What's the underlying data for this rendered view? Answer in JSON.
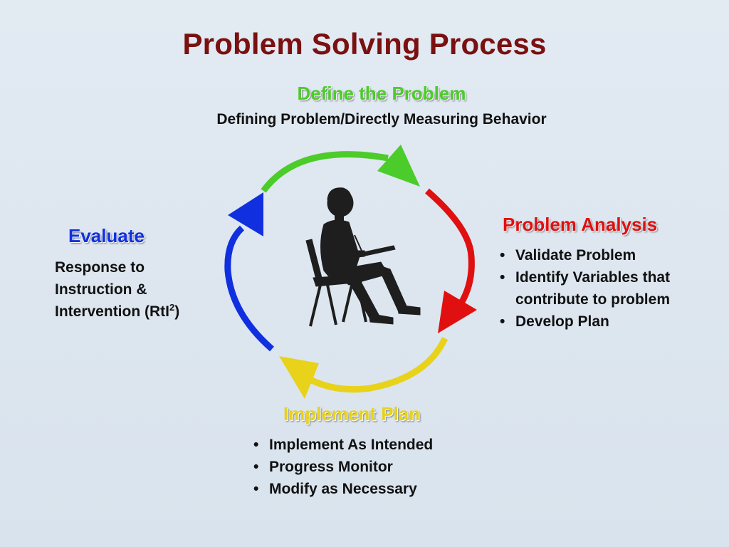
{
  "title": "Problem Solving Process",
  "stages": {
    "define": {
      "heading": "Define the Problem",
      "subtitle": "Defining Problem/Directly Measuring Behavior",
      "color": "#4ccc2a"
    },
    "analysis": {
      "heading": "Problem Analysis",
      "color": "#e01010",
      "bullets": [
        "Validate Problem",
        "Identify Variables that contribute to problem",
        "Develop Plan"
      ]
    },
    "implement": {
      "heading": "Implement Plan",
      "color": "#e8d21a",
      "bullets": [
        "Implement As Intended",
        "Progress Monitor",
        "Modify as Necessary"
      ]
    },
    "evaluate": {
      "heading": "Evaluate",
      "color": "#1030e0",
      "text_line1": "Response to",
      "text_line2": "Instruction &",
      "text_line3": "Intervention (RtI",
      "superscript": "2",
      "text_close": ")"
    }
  },
  "bullet_symbol": "•",
  "center_icon": "person-writing-at-desk-icon",
  "title_color": "#7a1010"
}
